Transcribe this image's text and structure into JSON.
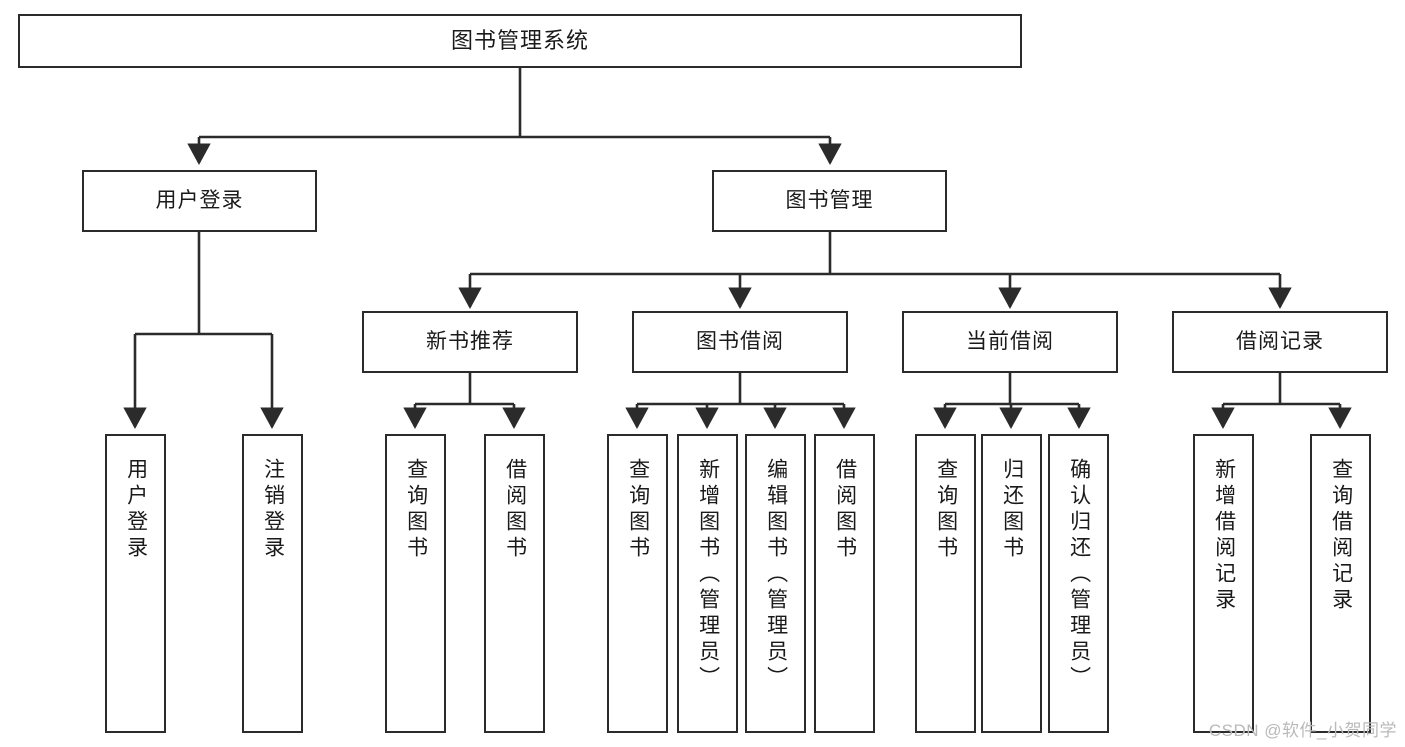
{
  "diagram": {
    "type": "tree-hierarchy",
    "title": "图书管理系统",
    "watermark": "CSDN @软件_小贺同学",
    "colors": {
      "box_border": "#2b2b2b",
      "box_fill": "#ffffff",
      "edge": "#2b2b2b",
      "text": "#1a1a1a",
      "watermark": "#b9b9b9",
      "background": "#ffffff"
    },
    "nodes": {
      "root": {
        "label": "图书管理系统",
        "level": 1
      },
      "l2": [
        {
          "id": "user-login",
          "label": "用户登录",
          "level": 2
        },
        {
          "id": "book-manage",
          "label": "图书管理",
          "level": 2
        }
      ],
      "l3": [
        {
          "id": "new-book-recommend",
          "label": "新书推荐",
          "level": 3,
          "parent": "book-manage"
        },
        {
          "id": "book-borrow",
          "label": "图书借阅",
          "level": 3,
          "parent": "book-manage"
        },
        {
          "id": "current-borrow",
          "label": "当前借阅",
          "level": 3,
          "parent": "book-manage"
        },
        {
          "id": "borrow-record",
          "label": "借阅记录",
          "level": 3,
          "parent": "book-manage"
        }
      ],
      "leaves": {
        "user_login": [
          {
            "id": "leaf-user-login",
            "label": "用户登录"
          },
          {
            "id": "leaf-logout-login",
            "label": "注销登录"
          }
        ],
        "new_book_recommend": [
          {
            "id": "leaf-query-book-1",
            "label": "查询图书"
          },
          {
            "id": "leaf-borrow-book-1",
            "label": "借阅图书"
          }
        ],
        "book_borrow": [
          {
            "id": "leaf-query-book-2",
            "label": "查询图书"
          },
          {
            "id": "leaf-add-book",
            "label": "新增图书（管理员）"
          },
          {
            "id": "leaf-edit-book",
            "label": "编辑图书（管理员）"
          },
          {
            "id": "leaf-borrow-book-2",
            "label": "借阅图书"
          }
        ],
        "current_borrow": [
          {
            "id": "leaf-query-book-3",
            "label": "查询图书"
          },
          {
            "id": "leaf-return-book",
            "label": "归还图书"
          },
          {
            "id": "leaf-confirm-return",
            "label": "确认归还（管理员）"
          }
        ],
        "borrow_record": [
          {
            "id": "leaf-add-record",
            "label": "新增借阅记录"
          },
          {
            "id": "leaf-query-record",
            "label": "查询借阅记录"
          }
        ]
      }
    }
  }
}
